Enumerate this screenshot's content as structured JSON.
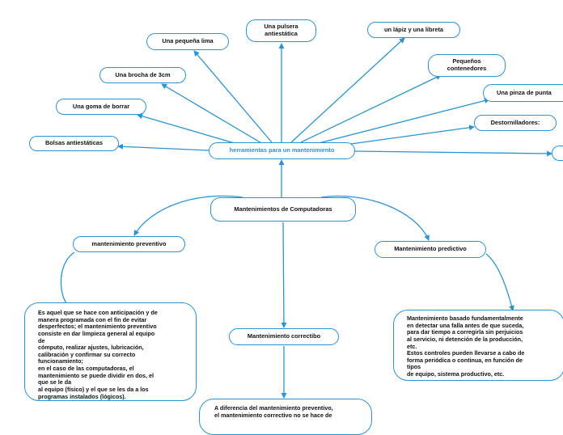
{
  "colors": {
    "line": "#2a93d5",
    "center_text": "#2a93d5",
    "text": "#111111"
  },
  "nodes": {
    "center": "herramientas para un mantenimiento",
    "pulsera": "Una pulsera\nantiestática",
    "lima": "Una pequeña lima",
    "lapiz": "un lápiz y una libreta",
    "contenedores": "Pequeños\ncontenedores",
    "brocha": "Una brocha de 3cm",
    "pinza": "Una pinza de punta",
    "goma": "Una goma de borrar",
    "destornilladores": "Destornilladores:",
    "bolsas": "Bolsas antiestáticas",
    "edge_stub": "",
    "computadoras": "Mantenimientos de Computadoras",
    "preventivo": "mantenimiento preventivo",
    "predictivo": "Mantenimiento predictivo",
    "correctivo": "Mantenimiento correctibo",
    "preventivo_desc": "Es aquel que se hace con anticipación y de\nmanera programada con el fin de evitar\ndesperfectos; el mantenimiento preventivo\nconsiste en dar limpieza general al equipo\nde\ncómputo, realizar ajustes, lubricación,\ncalibración y confirmar su correcto\nfuncionamiento;\nen el caso de las computadoras, el\nmantenimiento se puede dividir en dos, el\nque se le da\nal equipo (físico) y el que se les da a los\nprogramas instalados (lógicos).",
    "predictivo_desc": "Mantenimiento basado fundamentalmente\nen detectar una falla antes de que suceda,\npara dar tiempo a corregirla sin perjuicios\nal servicio, ni detención de la producción,\netc.\nEstos controles pueden llevarse a cabo de\nforma periódica o continua, en función de\ntipos\nde equipo, sistema productivo, etc.",
    "correctivo_desc": "A diferencia del mantenimiento preventivo,\nel mantenimiento correctivo no se hace de"
  }
}
